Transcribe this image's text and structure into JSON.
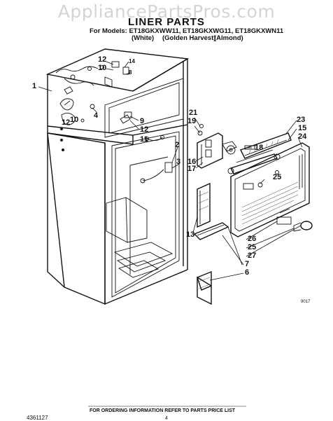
{
  "watermark": "AppliancePartsPros.com",
  "header": {
    "title": "LINER PARTS",
    "models_line": "For Models: ET18GKXWW11, ET18GKXWG11, ET18GKXWN11",
    "colors": [
      "(White)",
      "(Golden Harvest)",
      "(Almond)"
    ]
  },
  "callouts": [
    "1",
    "12",
    "10",
    "14",
    "8",
    "4",
    "12",
    "10",
    "9",
    "12",
    "11",
    "2",
    "3",
    "21",
    "19",
    "16",
    "17",
    "18",
    "23",
    "15",
    "24",
    "25",
    "13",
    "26",
    "25",
    "27",
    "7",
    "6"
  ],
  "footer": {
    "doc_number": "4361127",
    "instruction": "FOR ORDERING INFORMATION REFER TO PARTS PRICE LIST",
    "page": "4",
    "fig_code": "9017"
  }
}
